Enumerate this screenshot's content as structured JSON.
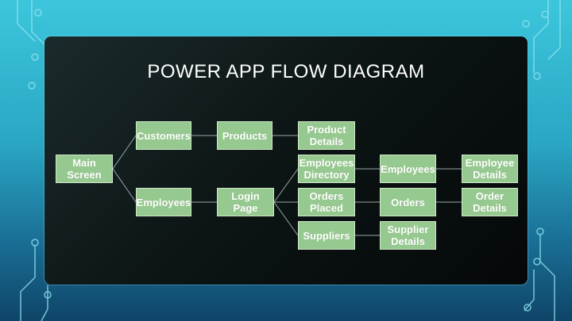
{
  "slide": {
    "title": "POWER APP FLOW DIAGRAM"
  },
  "diagram": {
    "nodes": {
      "main_screen": "Main\nScreen",
      "customers": "Customers",
      "products": "Products",
      "product_details": "Product\nDetails",
      "employees": "Employees",
      "login_page": "Login\nPage",
      "employees_directory": "Employees\nDirectory",
      "employees_2": "Employees",
      "employee_details": "Employee\nDetails",
      "orders_placed": "Orders\nPlaced",
      "orders": "Orders",
      "order_details": "Order\nDetails",
      "suppliers": "Suppliers",
      "supplier_details": "Supplier\nDetails"
    },
    "edges": [
      [
        "main_screen",
        "customers"
      ],
      [
        "main_screen",
        "employees"
      ],
      [
        "customers",
        "products"
      ],
      [
        "products",
        "product_details"
      ],
      [
        "employees",
        "login_page"
      ],
      [
        "login_page",
        "employees_directory"
      ],
      [
        "login_page",
        "orders_placed"
      ],
      [
        "login_page",
        "suppliers"
      ],
      [
        "employees_directory",
        "employees_2"
      ],
      [
        "employees_2",
        "employee_details"
      ],
      [
        "orders_placed",
        "orders"
      ],
      [
        "orders",
        "order_details"
      ],
      [
        "suppliers",
        "supplier_details"
      ]
    ],
    "node_color": "#96c98f"
  }
}
